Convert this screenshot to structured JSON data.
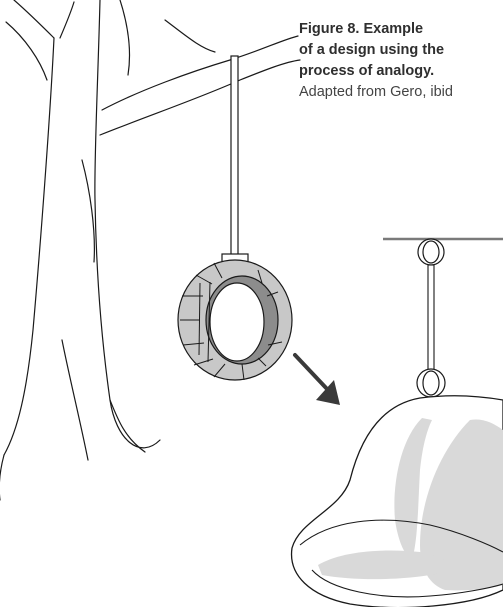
{
  "caption": {
    "title_line1": "Figure 8. Example",
    "title_line2": "of a design using the",
    "title_line3": "process of analogy.",
    "source": "Adapted from Gero, ibid"
  },
  "illustration": {
    "left_scene": "tire-swing-hanging-from-tree",
    "right_scene": "hanging-egg-chair",
    "connector": "arrow-pointing-down-right"
  },
  "colors": {
    "line": "#1a1a1a",
    "tire_fill": "#c8c8c8",
    "tire_inner_fill": "#8c8c8c",
    "chair_shade": "#d9d9d9",
    "rod": "#7a7a7a",
    "arrow": "#3a3a3a",
    "caption_text": "#2f2f2f"
  }
}
